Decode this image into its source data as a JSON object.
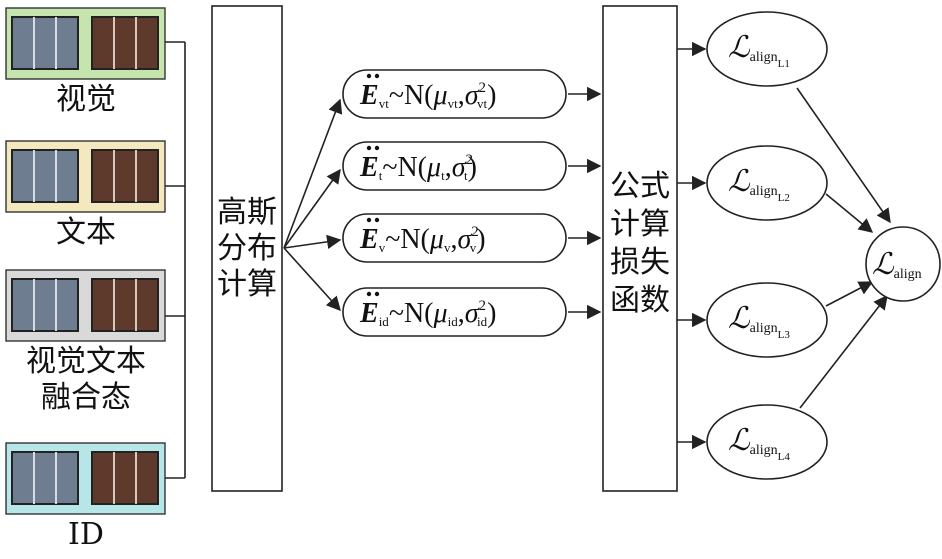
{
  "inputs": [
    {
      "label": "视觉",
      "bg": "#c6e4ad"
    },
    {
      "label": "文本",
      "bg": "#f4e8bf"
    },
    {
      "label": "视觉文本",
      "label2": "融合态",
      "bg": "#d9d9d9"
    },
    {
      "label": "ID",
      "bg": "#b7e6e9"
    }
  ],
  "gaussian_box": {
    "lines": [
      "高斯",
      "分布",
      "计算"
    ]
  },
  "formulas": [
    {
      "E_sub": "vt",
      "mu_sub": "vt",
      "sigma_sub": "vt"
    },
    {
      "E_sub": "t",
      "mu_sub": "t",
      "sigma_sub": "t"
    },
    {
      "E_sub": "v",
      "mu_sub": "v",
      "sigma_sub": "v"
    },
    {
      "E_sub": "id",
      "mu_sub": "id",
      "sigma_sub": "id"
    }
  ],
  "formula_parts": {
    "E": "E",
    "dist": "~N(",
    "mu": "μ",
    "comma": ",",
    "sigma": "σ",
    "sq": "2",
    "close": ")"
  },
  "loss_box": {
    "lines": [
      "公式",
      "计算",
      "损失",
      "函数"
    ]
  },
  "losses": [
    {
      "sym": "ℒ",
      "sub": "align",
      "subsub": "L1"
    },
    {
      "sym": "ℒ",
      "sub": "align",
      "subsub": "L2"
    },
    {
      "sym": "ℒ",
      "sub": "align",
      "subsub": "L3"
    },
    {
      "sym": "ℒ",
      "sub": "align",
      "subsub": "L4"
    }
  ],
  "final_loss": {
    "sym": "ℒ",
    "sub": "align"
  },
  "colors": {
    "stripe_blue": "#6e7e90",
    "stripe_brown": "#5e3a2c",
    "line": "#222222"
  }
}
